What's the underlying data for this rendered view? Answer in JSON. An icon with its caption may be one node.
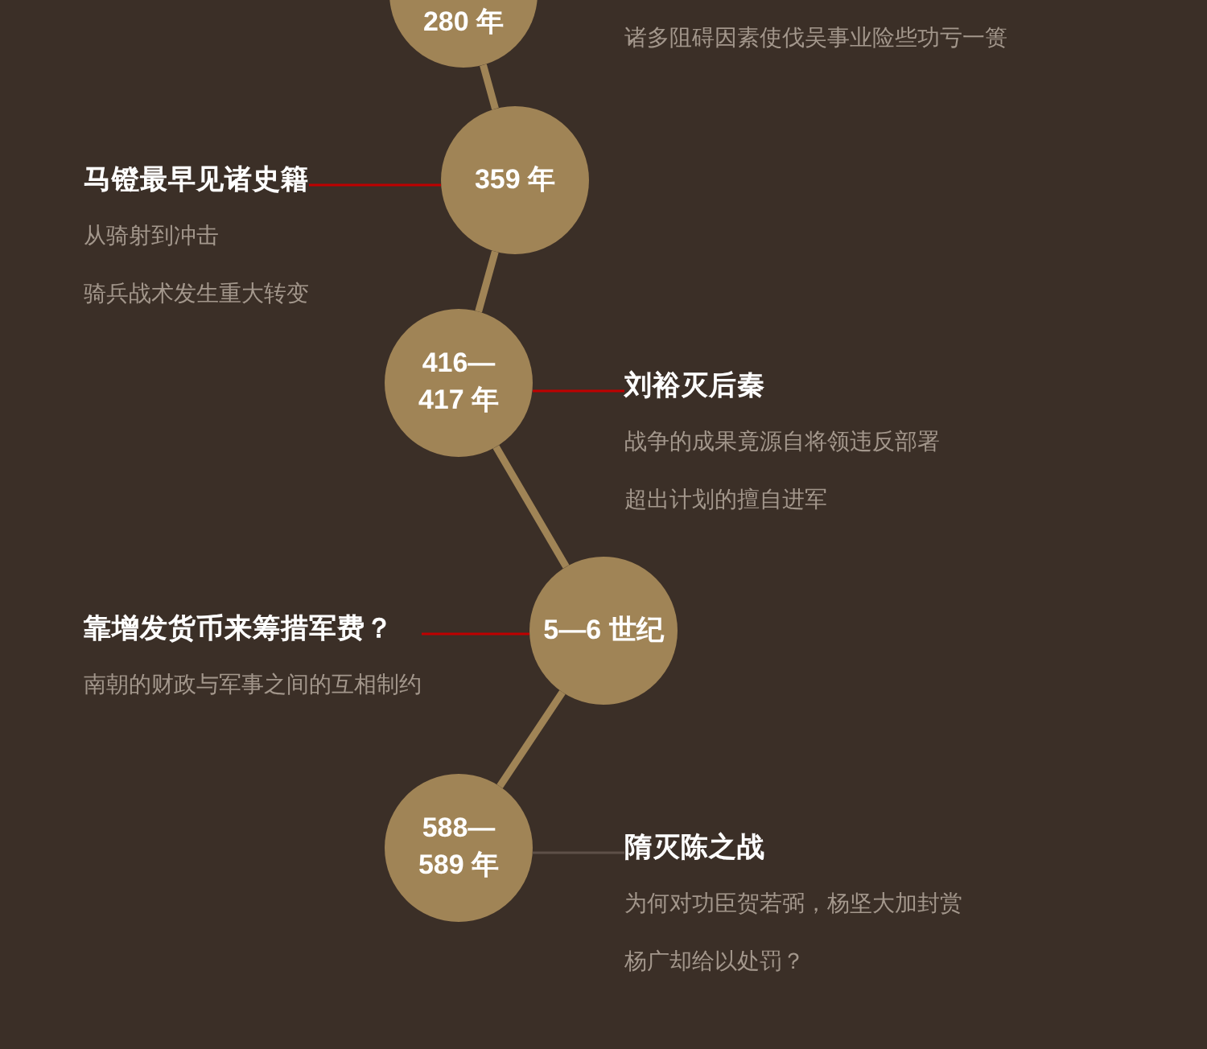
{
  "diagram": {
    "nodes": [
      {
        "text": [
          "280 年"
        ]
      },
      {
        "text": [
          "359 年"
        ]
      },
      {
        "text": [
          "马镫最早见诸史籍",
          "从骑射到冲击",
          "骑兵战术发生重大转变"
        ]
      },
      {
        "text": [
          "416— 417 年"
        ]
      },
      {
        "text": [
          "刘裕灭后秦",
          "战争的成果竟源自将领违反部署",
          "超出计划的擅自进军"
        ]
      },
      {
        "text": [
          "5—6 世纪"
        ]
      },
      {
        "text": [
          "靠增发货币来筹措军费？",
          "南朝的财政与军事之间的互相制约"
        ]
      },
      {
        "text": [
          "588— 589 年"
        ]
      },
      {
        "text": [
          "隋灭陈之战",
          "为何对功臣贺若弼，杨坚大加封赏",
          "杨广却给以处罚？"
        ]
      }
    ],
    "edges": [
      {
        "from": 0,
        "to": 1,
        "arrow": "none",
        "style": "thick"
      },
      {
        "from": 1,
        "to": 3,
        "arrow": "none",
        "style": "thick"
      },
      {
        "from": 3,
        "to": 5,
        "arrow": "none",
        "style": "thick"
      },
      {
        "from": 5,
        "to": 7,
        "arrow": "none",
        "style": "thick"
      },
      {
        "from": 1,
        "to": 2,
        "arrow": "none",
        "color": "#c00000"
      },
      {
        "from": 3,
        "to": 4,
        "arrow": "none",
        "color": "#c00000"
      },
      {
        "from": 5,
        "to": 6,
        "arrow": "none",
        "color": "#c00000"
      },
      {
        "from": 7,
        "to": 8,
        "arrow": "none",
        "color": "#5e5048"
      }
    ],
    "labels": [
      "诸多阻碍因素使伐吴事业险些功亏一篑"
    ]
  }
}
